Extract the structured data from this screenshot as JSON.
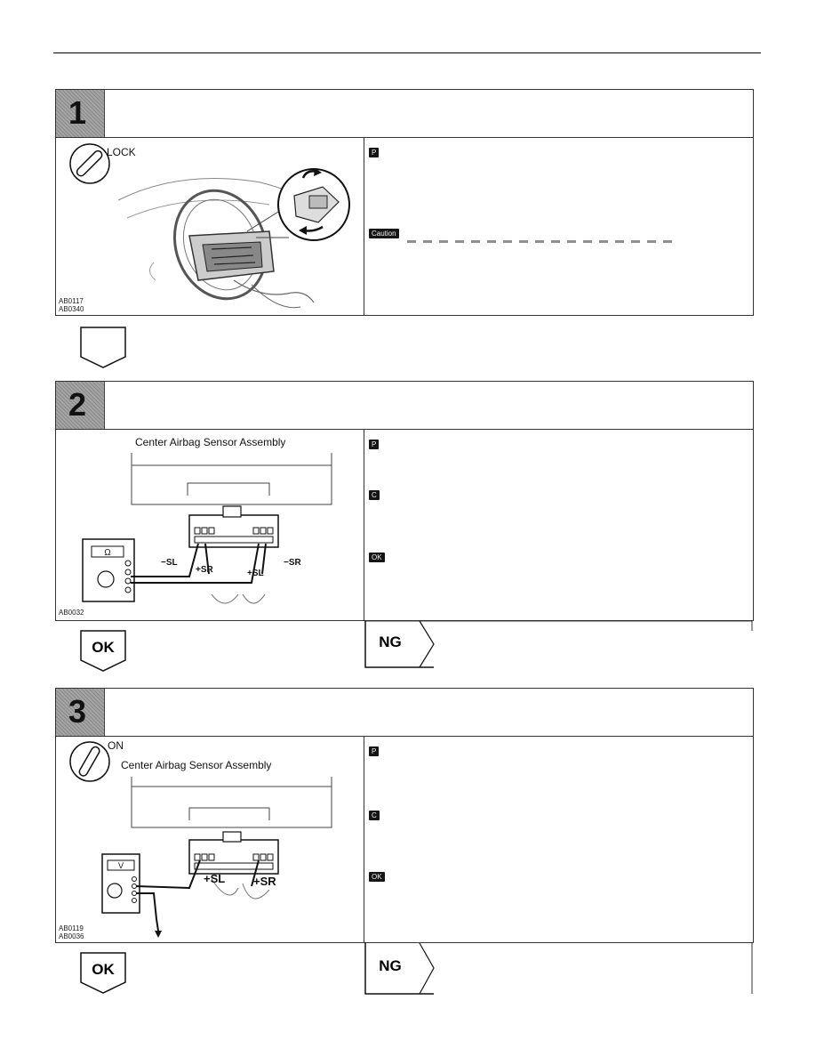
{
  "steps": [
    {
      "number": "1",
      "figure_labels": {
        "switch_position": "LOCK"
      },
      "figure_codes": [
        "AB0117",
        "AB0340"
      ],
      "tags": [
        "P",
        "Caution"
      ]
    },
    {
      "number": "2",
      "figure_labels": {
        "title": "Center Airbag Sensor Assembly",
        "meter": "Ω",
        "minus_sl": "−SL",
        "plus_sr": "+SR",
        "plus_sl": "+SL",
        "minus_sr": "−SR"
      },
      "figure_codes": [
        "AB0032"
      ],
      "tags": [
        "P",
        "C",
        "OK"
      ],
      "result_ok": "OK",
      "result_ng": "NG"
    },
    {
      "number": "3",
      "figure_labels": {
        "switch_position": "ON",
        "title": "Center Airbag Sensor Assembly",
        "meter": "V",
        "plus_sl": "+SL",
        "plus_sr": "+SR"
      },
      "figure_codes": [
        "AB0119",
        "AB0036"
      ],
      "tags": [
        "P",
        "C",
        "OK"
      ],
      "result_ok": "OK",
      "result_ng": "NG"
    }
  ]
}
